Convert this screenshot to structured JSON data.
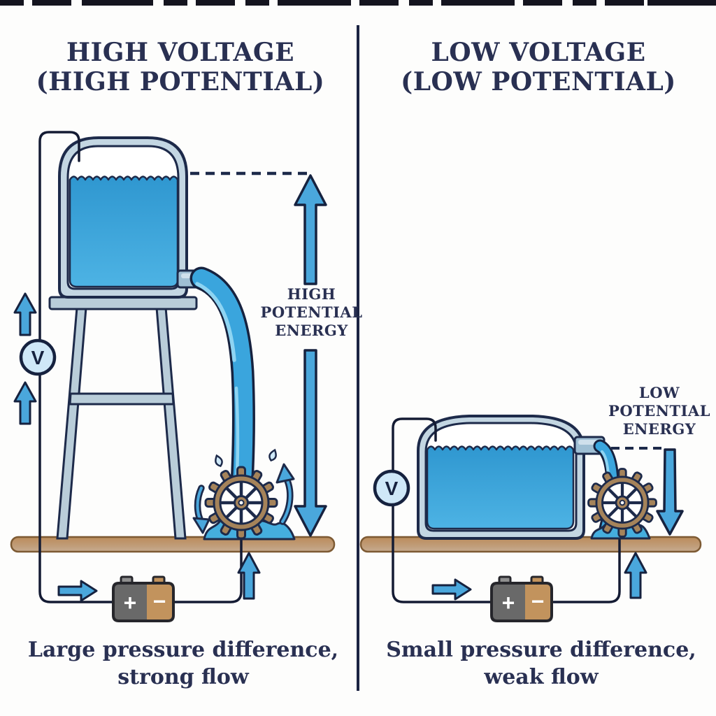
{
  "colors": {
    "ink_navy": "#1d2a4a",
    "text_navy": "#293052",
    "water_blue": "#3ba3da",
    "arrow_blue": "#4aa7dc",
    "tank_frame": "#c3d6e2",
    "stand_gray_blue": "#b9cdd9",
    "ground_brown": "#b3824f",
    "wheel_brown": "#a5835a",
    "battery_gray": "#696969",
    "battery_tan": "#c2935d",
    "voltmeter_fill": "#cfe8f8"
  },
  "left_panel": {
    "title": {
      "lines": [
        "HIGH VOLTAGE",
        "(HIGH POTENTIAL)"
      ]
    },
    "energy_label": {
      "lines": [
        "HIGH",
        "POTENTIAL",
        "ENERGY"
      ]
    },
    "voltmeter_label": "V",
    "battery": {
      "positive": "+",
      "negative": "−"
    },
    "caption": {
      "lines": [
        "Large pressure difference,",
        "strong flow"
      ]
    }
  },
  "right_panel": {
    "title": {
      "lines": [
        "LOW VOLTAGE",
        "(LOW POTENTIAL)"
      ]
    },
    "energy_label": {
      "lines": [
        "LOW",
        "POTENTIAL",
        "ENERGY"
      ]
    },
    "voltmeter_label": "V",
    "battery": {
      "positive": "+",
      "negative": "−"
    },
    "caption": {
      "lines": [
        "Small pressure difference,",
        "weak flow"
      ]
    }
  }
}
